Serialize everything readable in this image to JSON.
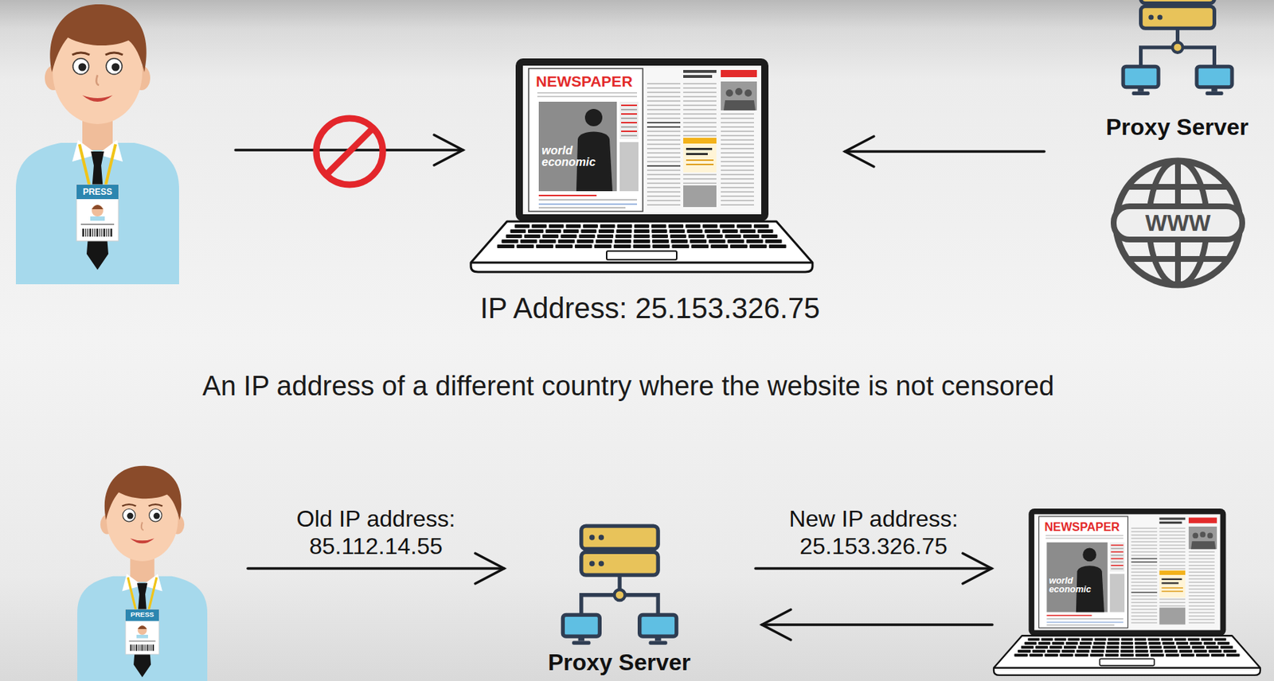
{
  "diagram": {
    "nodes": [
      {
        "text": [
          "PRESS"
        ]
      },
      {
        "text": [
          "NEWSPAPER",
          "world economic"
        ]
      },
      {
        "text": [
          "Proxy Server"
        ]
      },
      {
        "text": [
          "WWW"
        ]
      },
      {
        "text": [
          "PRESS"
        ]
      },
      {
        "text": [
          "Proxy Server"
        ]
      },
      {
        "text": [
          "NEWSPAPER",
          "world economic"
        ]
      }
    ],
    "edges": [
      {
        "from": 0,
        "to": 1,
        "arrow": "to"
      },
      {
        "from": 2,
        "to": 1,
        "arrow": "to"
      },
      {
        "from": 4,
        "to": 5,
        "arrow": "to",
        "label": "Old IP address: 85.112.14.55"
      },
      {
        "from": 5,
        "to": 6,
        "arrow": "to",
        "label": "New IP address: 25.153.326.75"
      },
      {
        "from": 6,
        "to": 5,
        "arrow": "to"
      }
    ],
    "labels": [
      "IP Address: 25.153.326.75",
      "An IP address of a different country where the website is not censored"
    ]
  }
}
